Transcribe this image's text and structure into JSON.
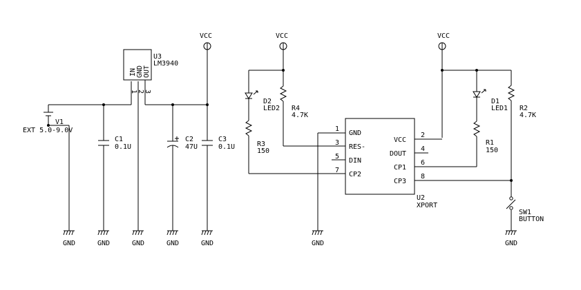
{
  "components": {
    "v1": {
      "ref": "V1",
      "value": "EXT 5.0-9.0V"
    },
    "u3": {
      "ref": "U3",
      "value": "LM3940",
      "pin_out": "OUT",
      "pin_gnd": "GND",
      "pin_in": "IN",
      "num_1": "1",
      "num_2": "2",
      "num_3": "3"
    },
    "c1": {
      "ref": "C1",
      "value": "0.1U"
    },
    "c2": {
      "ref": "C2",
      "value": "47U"
    },
    "c3": {
      "ref": "C3",
      "value": "0.1U"
    },
    "d2": {
      "ref": "D2",
      "value": "LED2"
    },
    "r4": {
      "ref": "R4",
      "value": "4.7K"
    },
    "r3": {
      "ref": "R3",
      "value": "150"
    },
    "u2": {
      "ref": "U2",
      "value": "XPORT",
      "left_pins": [
        {
          "num": "1",
          "name": "GND"
        },
        {
          "num": "3",
          "name": "RES-"
        },
        {
          "num": "5",
          "name": "DIN"
        },
        {
          "num": "7",
          "name": "CP2"
        }
      ],
      "right_pins": [
        {
          "num": "2",
          "name": "VCC"
        },
        {
          "num": "4",
          "name": "DOUT"
        },
        {
          "num": "6",
          "name": "CP1"
        },
        {
          "num": "8",
          "name": "CP3"
        }
      ]
    },
    "d1": {
      "ref": "D1",
      "value": "LED1"
    },
    "r1": {
      "ref": "R1",
      "value": "150"
    },
    "r2": {
      "ref": "R2",
      "value": "4.7K"
    },
    "sw1": {
      "ref": "SW1",
      "value": "BUTTON"
    }
  },
  "power": {
    "vcc": "VCC",
    "gnd": "GND"
  }
}
